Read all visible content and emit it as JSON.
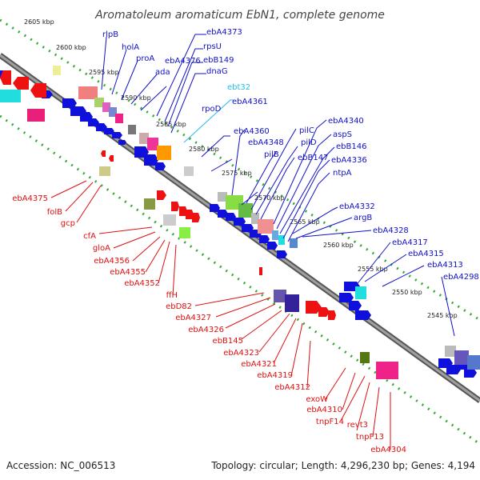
{
  "title": "Aromatoleum aromaticum EbN1, complete genome",
  "accession": "Accession: NC_006513",
  "stats": "Topology: circular; Length: 4,296,230 bp; Genes: 4,194",
  "colors": {
    "forward_label": "#1010c8",
    "reverse_label": "#dd1010",
    "rna_label": "#22bbee",
    "backbone": "#8a8a8a",
    "ruler_dot": "#33aa33"
  },
  "kbp_marks": [
    "2605 kbp",
    "2600 kbp",
    "2595 kbp",
    "2590 kbp",
    "2585 kbp",
    "2580 kbp",
    "2575 kbp",
    "2570 kbp",
    "2565 kbp",
    "2560 kbp",
    "2555 kbp",
    "2550 kbp",
    "2545 kbp"
  ],
  "forward_genes": [
    "rlpB",
    "holA",
    "proA",
    "ada",
    "ebA4376",
    "ebA4373",
    "rpsU",
    "ebB149",
    "dnaG",
    "ebt32",
    "rpoD",
    "ebA4361",
    "ebA4360",
    "ebA4348",
    "pilB",
    "pilC",
    "pilD",
    "ebB147",
    "ebA4340",
    "aspS",
    "ebB146",
    "ebA4336",
    "ntpA",
    "ebA4332",
    "argB",
    "ebA4328",
    "ebA4317",
    "ebA4315",
    "ebA4313",
    "ebA4298"
  ],
  "reverse_genes": [
    "ebA4375",
    "folB",
    "gcp",
    "cfA",
    "gloA",
    "ebA4356",
    "ebA4355",
    "ebA4352",
    "ffH",
    "ebD82",
    "ebA4327",
    "ebA4326",
    "ebB145",
    "ebA4323",
    "ebA4321",
    "ebA4319",
    "ebA4312",
    "exoW",
    "ebA4310",
    "tnpF14",
    "revt3",
    "tnpF13",
    "ebA4304"
  ]
}
